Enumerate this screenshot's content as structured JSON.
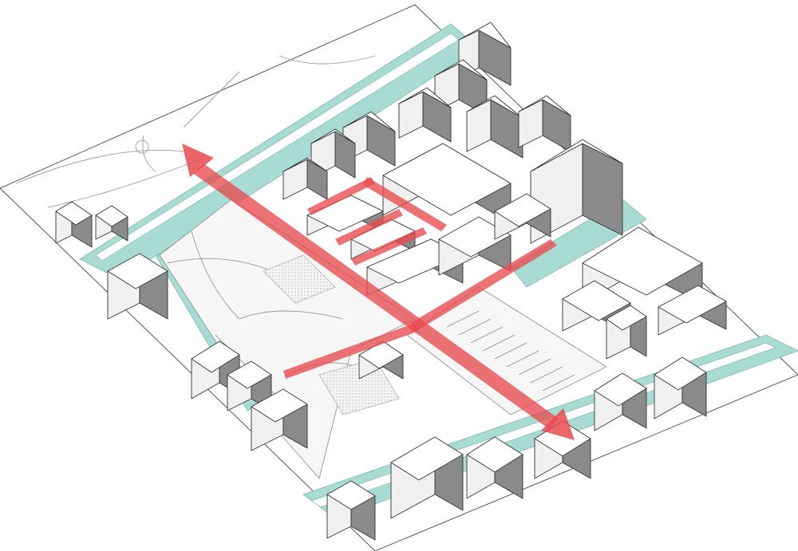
{
  "diagram": {
    "kind": "isometric urban site plan",
    "colors": {
      "background": "#ffffff",
      "roads": "#a8dcd3",
      "axes_highlight": "#e84a4f",
      "building_top": "#ffffff",
      "building_side_light": "#f0f0f0",
      "building_side_dark": "#8a8a8a",
      "outline": "#333333"
    },
    "elements": [
      "site-ground-plate",
      "canal-road-north",
      "canal-road-east",
      "canal-road-south",
      "park-area",
      "parking-lot",
      "building-blocks",
      "red-main-axis-arrow",
      "red-secondary-axes"
    ]
  }
}
